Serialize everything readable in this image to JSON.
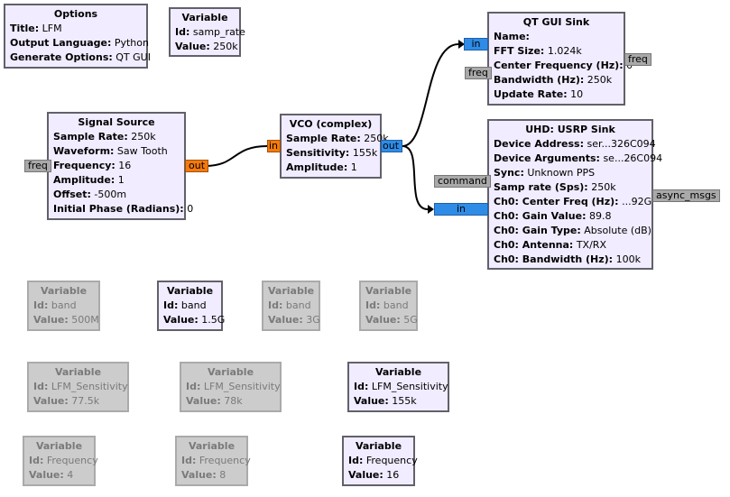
{
  "options": {
    "title": "Options",
    "rows": [
      {
        "label": "Title:",
        "value": " LFM"
      },
      {
        "label": "Output Language:",
        "value": " Python"
      },
      {
        "label": "Generate Options:",
        "value": " QT GUI"
      }
    ]
  },
  "var_samp_rate": {
    "title": "Variable",
    "rows": [
      {
        "label": "Id:",
        "value": " samp_rate"
      },
      {
        "label": "Value:",
        "value": " 250k"
      }
    ]
  },
  "qt_sink": {
    "title": "QT GUI Sink",
    "rows": [
      {
        "label": "Name:",
        "value": ""
      },
      {
        "label": "FFT Size:",
        "value": " 1.024k"
      },
      {
        "label": "Center Frequency (Hz):",
        "value": " 0"
      },
      {
        "label": "Bandwidth (Hz):",
        "value": " 250k"
      },
      {
        "label": "Update Rate:",
        "value": " 10"
      }
    ],
    "ports": {
      "in": "in",
      "freq_in": "freq",
      "freq_out": "freq"
    }
  },
  "signal_source": {
    "title": "Signal Source",
    "rows": [
      {
        "label": "Sample Rate:",
        "value": " 250k"
      },
      {
        "label": "Waveform:",
        "value": " Saw Tooth"
      },
      {
        "label": "Frequency:",
        "value": " 16"
      },
      {
        "label": "Amplitude:",
        "value": " 1"
      },
      {
        "label": "Offset:",
        "value": " -500m"
      },
      {
        "label": "Initial Phase (Radians):",
        "value": " 0"
      }
    ],
    "ports": {
      "freq": "freq",
      "out": "out"
    }
  },
  "vco": {
    "title": "VCO (complex)",
    "rows": [
      {
        "label": "Sample Rate:",
        "value": " 250k"
      },
      {
        "label": "Sensitivity:",
        "value": " 155k"
      },
      {
        "label": "Amplitude:",
        "value": " 1"
      }
    ],
    "ports": {
      "in": "in",
      "out": "out"
    }
  },
  "usrp_sink": {
    "title": "UHD: USRP Sink",
    "rows": [
      {
        "label": "Device Address:",
        "value": " ser...326C094"
      },
      {
        "label": "Device Arguments:",
        "value": " se...26C094"
      },
      {
        "label": "Sync:",
        "value": " Unknown PPS"
      },
      {
        "label": "Samp rate (Sps):",
        "value": " 250k"
      },
      {
        "label": "Ch0: Center Freq (Hz):",
        "value": " ...92G"
      },
      {
        "label": "Ch0: Gain Value:",
        "value": " 89.8"
      },
      {
        "label": "Ch0: Gain Type:",
        "value": " Absolute (dB)"
      },
      {
        "label": "Ch0: Antenna:",
        "value": " TX/RX"
      },
      {
        "label": "Ch0: Bandwidth (Hz):",
        "value": " 100k"
      }
    ],
    "ports": {
      "command": "command",
      "in": "in",
      "async_msgs": "async_msgs"
    }
  },
  "var_band_500m": {
    "title": "Variable",
    "rows": [
      {
        "label": "Id:",
        "value": " band"
      },
      {
        "label": "Value:",
        "value": " 500M"
      }
    ]
  },
  "var_band_1_5g": {
    "title": "Variable",
    "rows": [
      {
        "label": "Id:",
        "value": " band"
      },
      {
        "label": "Value:",
        "value": " 1.5G"
      }
    ]
  },
  "var_band_3g": {
    "title": "Variable",
    "rows": [
      {
        "label": "Id:",
        "value": " band"
      },
      {
        "label": "Value:",
        "value": " 3G"
      }
    ]
  },
  "var_band_5g": {
    "title": "Variable",
    "rows": [
      {
        "label": "Id:",
        "value": " band"
      },
      {
        "label": "Value:",
        "value": " 5G"
      }
    ]
  },
  "var_sens_77_5k": {
    "title": "Variable",
    "rows": [
      {
        "label": "Id:",
        "value": " LFM_Sensitivity"
      },
      {
        "label": "Value:",
        "value": " 77.5k"
      }
    ]
  },
  "var_sens_78k": {
    "title": "Variable",
    "rows": [
      {
        "label": "Id:",
        "value": " LFM_Sensitivity"
      },
      {
        "label": "Value:",
        "value": " 78k"
      }
    ]
  },
  "var_sens_155k": {
    "title": "Variable",
    "rows": [
      {
        "label": "Id:",
        "value": " LFM_Sensitivity"
      },
      {
        "label": "Value:",
        "value": " 155k"
      }
    ]
  },
  "var_freq_4": {
    "title": "Variable",
    "rows": [
      {
        "label": "Id:",
        "value": " Frequency"
      },
      {
        "label": "Value:",
        "value": " 4"
      }
    ]
  },
  "var_freq_8": {
    "title": "Variable",
    "rows": [
      {
        "label": "Id:",
        "value": " Frequency"
      },
      {
        "label": "Value:",
        "value": " 8"
      }
    ]
  },
  "var_freq_16": {
    "title": "Variable",
    "rows": [
      {
        "label": "Id:",
        "value": " Frequency"
      },
      {
        "label": "Value:",
        "value": " 16"
      }
    ]
  }
}
